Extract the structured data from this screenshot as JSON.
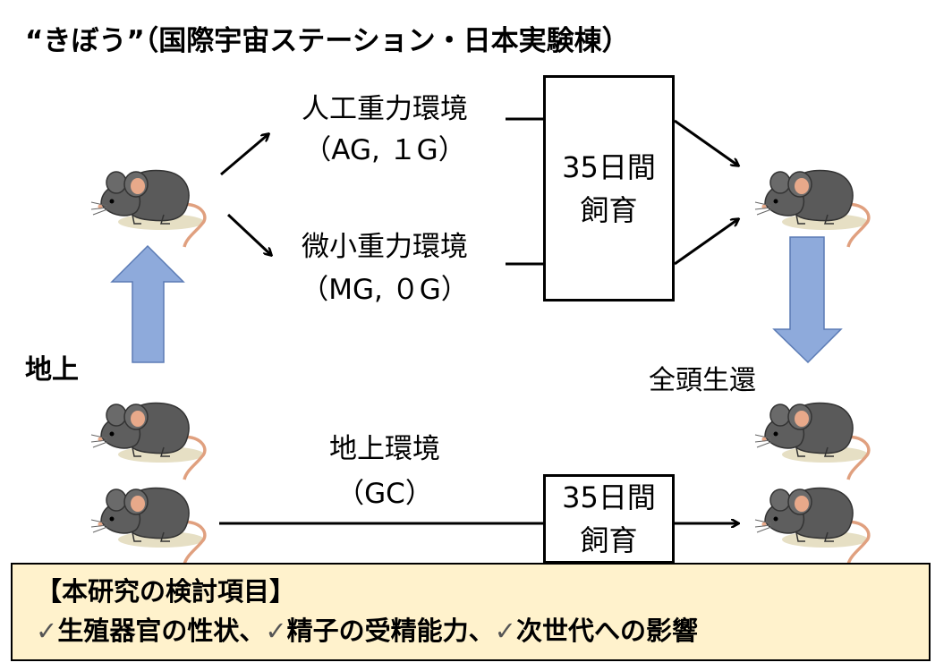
{
  "title": "“きぼう”（国際宇宙ステーション・日本実験棟）",
  "ground_label": "地上",
  "ag": {
    "name": "人工重力環境",
    "code": "（AG, １G）"
  },
  "mg": {
    "name": "微小重力環境",
    "code": "（MG, ０G）"
  },
  "gc": {
    "name": "地上環境",
    "code": "（GC）"
  },
  "rearing_box": {
    "line1": "35日間",
    "line2": "飼育"
  },
  "survival": "全頭生還",
  "study_items": {
    "heading": "【本研究の検討項目】",
    "check_mark": "✓",
    "items": [
      "生殖器官の性状、",
      "精子の受精能力、",
      "次世代への影響"
    ]
  },
  "colors": {
    "arrow_fill": "#8eaadb",
    "arrow_stroke": "#5b7bb5",
    "panel_bg": "#fff2cc",
    "mouse_body": "#5a5a5a",
    "mouse_ear": "#e8a98a"
  }
}
